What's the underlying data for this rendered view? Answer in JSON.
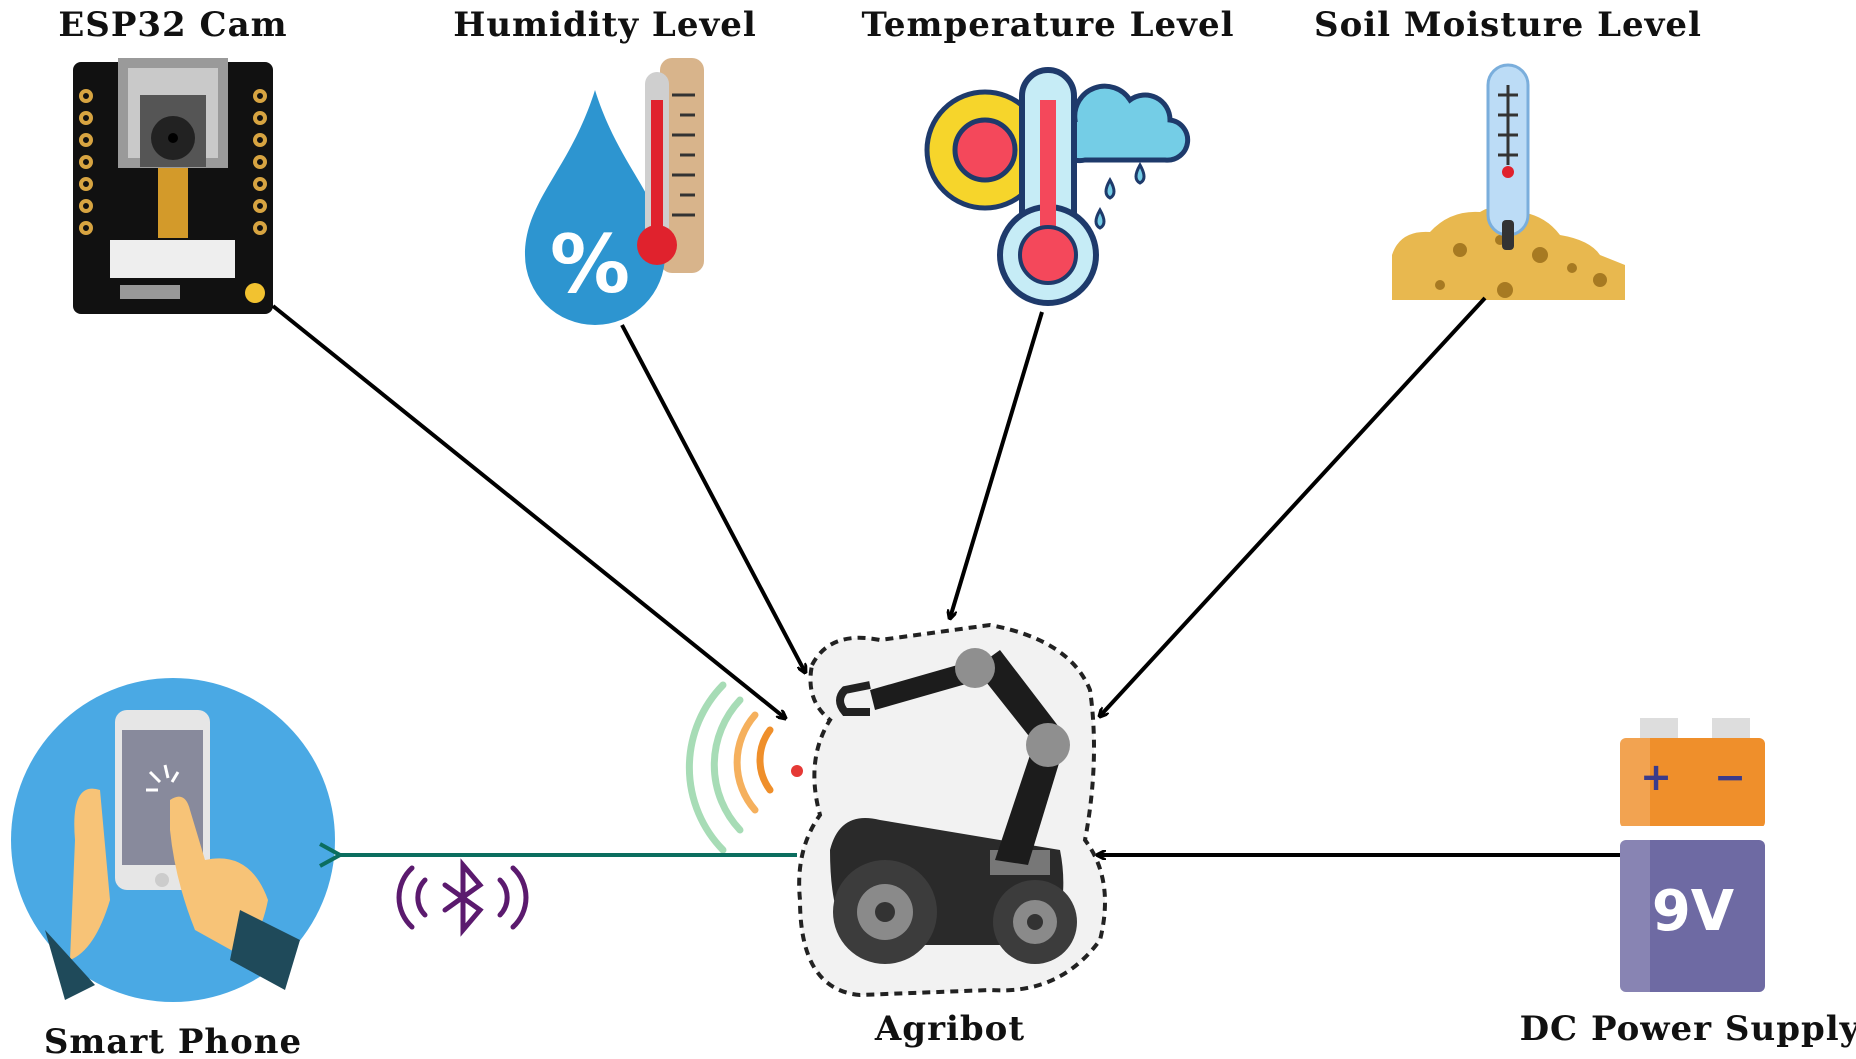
{
  "nodes": {
    "esp32_cam": {
      "label": "ESP32 Cam"
    },
    "humidity": {
      "label": "Humidity Level",
      "glyph": "%"
    },
    "temperature": {
      "label": "Temperature Level"
    },
    "soil_moisture": {
      "label": "Soil Moisture Level"
    },
    "smart_phone": {
      "label": "Smart Phone"
    },
    "agribot": {
      "label": "Agribot"
    },
    "dc_power": {
      "label": "DC Power Supply",
      "battery_text": "9V",
      "plus": "+",
      "minus": "−"
    }
  },
  "colors": {
    "arrow": "#000000",
    "bluetooth_link": "#0b6e5f",
    "bluetooth_icon": "#5b1a6e",
    "phone_circle": "#4aa9e4",
    "battery_orange": "#ef8f2b",
    "battery_purple": "#6e6aa3",
    "water": "#2d95d0",
    "soil": "#e8b84f"
  }
}
